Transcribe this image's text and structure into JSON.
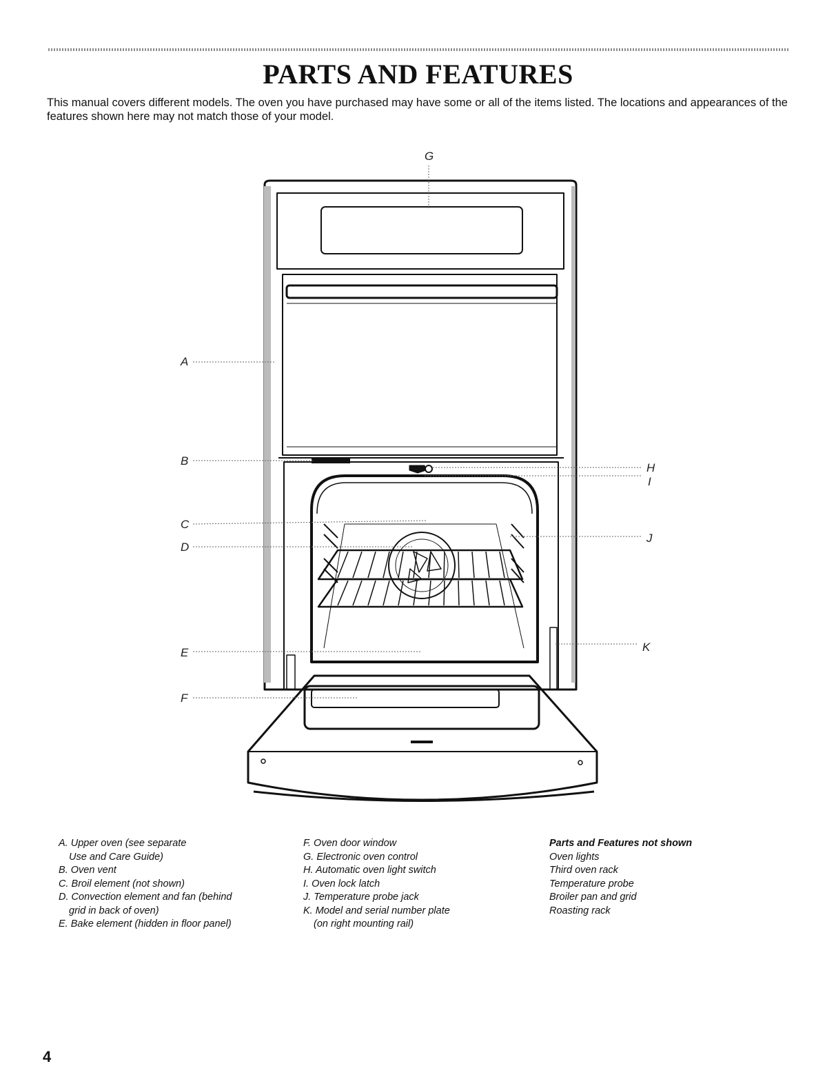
{
  "page": {
    "title": "PARTS AND FEATURES",
    "intro": "This manual covers different models. The oven you have purchased may have some or all of the items listed. The locations and appearances of the features shown here may not match those of your model.",
    "page_number": "4"
  },
  "diagram": {
    "callouts": {
      "A": "A",
      "B": "B",
      "C": "C",
      "D": "D",
      "E": "E",
      "F": "F",
      "G": "G",
      "H": "H",
      "I": "I",
      "J": "J",
      "K": "K"
    }
  },
  "legend": {
    "col1": [
      {
        "line1": "A. Upper oven (see separate",
        "line2": "Use and Care Guide)"
      },
      {
        "line1": "B. Oven vent"
      },
      {
        "line1": "C. Broil element (not shown)"
      },
      {
        "line1": "D. Convection element and fan (behind",
        "line2": "grid in back of oven)"
      },
      {
        "line1": "E. Bake element (hidden in floor panel)"
      }
    ],
    "col2": [
      {
        "line1": "F. Oven door window"
      },
      {
        "line1": "G. Electronic oven control"
      },
      {
        "line1": "H. Automatic oven light switch"
      },
      {
        "line1": "I. Oven lock latch"
      },
      {
        "line1": "J. Temperature probe jack"
      },
      {
        "line1": "K. Model and serial number plate",
        "line2": "(on right mounting rail)"
      }
    ],
    "col3": {
      "heading": "Parts and Features not shown",
      "items": [
        "Oven lights",
        "Third oven rack",
        "Temperature probe",
        "Broiler pan and grid",
        "Roasting rack"
      ]
    }
  }
}
